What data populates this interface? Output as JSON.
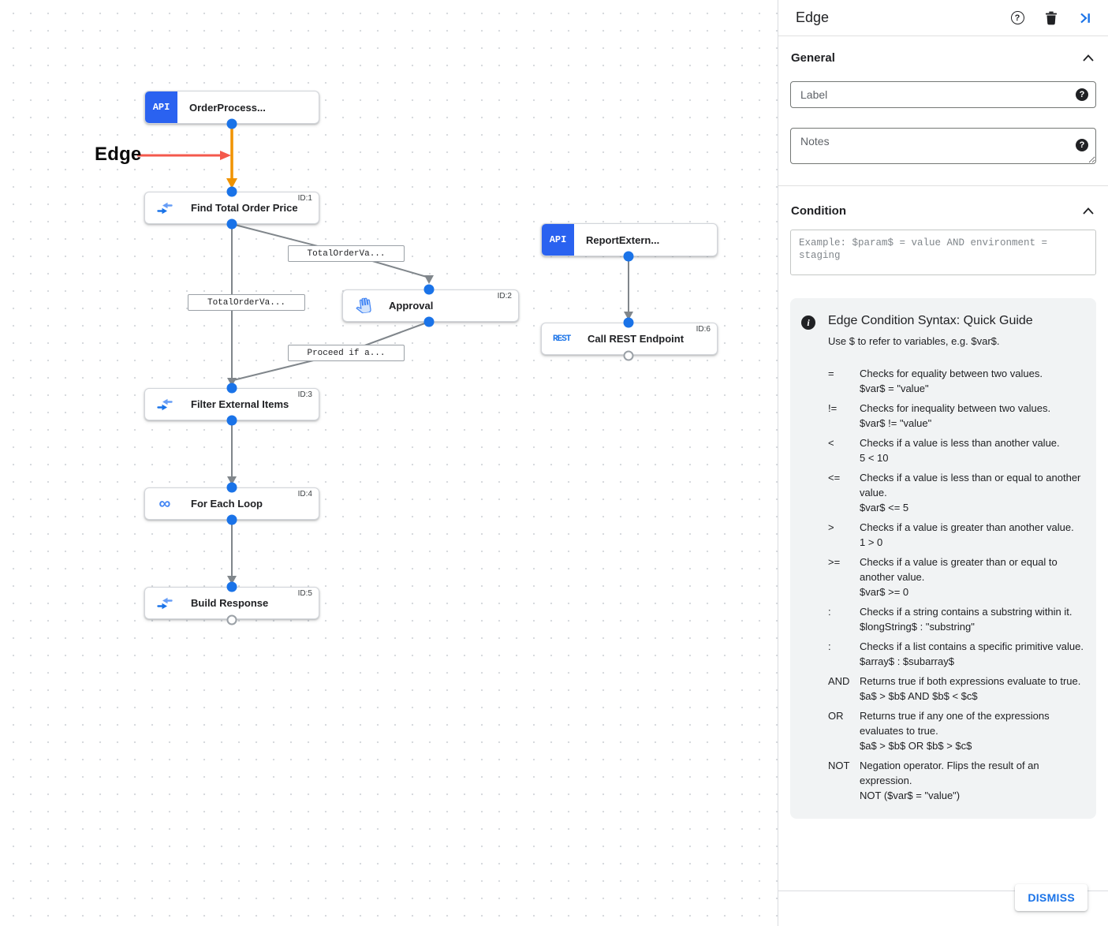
{
  "colors": {
    "accent_blue": "#1A73E8",
    "selected_edge_orange": "#F09300",
    "annotation_red": "#F4594C",
    "api_chip_blue": "#2A62F0"
  },
  "canvas": {
    "annotation_label": "Edge",
    "api_badge": "API",
    "rest_badge": "REST",
    "nodes": {
      "order_trigger": {
        "title": "OrderProcess..."
      },
      "find_total": {
        "title": "Find Total Order Price",
        "badge": "ID:1"
      },
      "approval": {
        "title": "Approval",
        "badge": "ID:2"
      },
      "filter_items": {
        "title": "Filter External Items",
        "badge": "ID:3"
      },
      "for_each": {
        "title": "For Each Loop",
        "badge": "ID:4"
      },
      "build_response": {
        "title": "Build Response",
        "badge": "ID:5"
      },
      "report_trigger": {
        "title": "ReportExtern..."
      },
      "call_rest": {
        "title": "Call REST Endpoint",
        "badge": "ID:6"
      }
    },
    "edge_labels": {
      "branch_to_approval": "TotalOrderVa...",
      "to_filter": "TotalOrderVa...",
      "from_approval": "Proceed if a..."
    }
  },
  "panel": {
    "title": "Edge",
    "general_heading": "General",
    "condition_heading": "Condition",
    "label_placeholder": "Label",
    "notes_placeholder": "Notes",
    "condition_placeholder": "Example: $param$ = value AND environment = staging",
    "guide": {
      "title": "Edge Condition Syntax: Quick Guide",
      "subtitle": "Use $ to refer to variables, e.g. $var$.",
      "rows": [
        {
          "op": "=",
          "desc": "Checks for equality between two values.",
          "example": "$var$ = \"value\""
        },
        {
          "op": "!=",
          "desc": "Checks for inequality between two values.",
          "example": "$var$ != \"value\""
        },
        {
          "op": "<",
          "desc": "Checks if a value is less than another value.",
          "example": "5 < 10"
        },
        {
          "op": "<=",
          "desc": "Checks if a value is less than or equal to another value.",
          "example": "$var$ <= 5"
        },
        {
          "op": ">",
          "desc": "Checks if a value is greater than another value.",
          "example": "1 > 0"
        },
        {
          "op": ">=",
          "desc": "Checks if a value is greater than or equal to another value.",
          "example": "$var$ >= 0"
        },
        {
          "op": ":",
          "desc": "Checks if a string contains a substring within it.",
          "example": "$longString$ : \"substring\""
        },
        {
          "op": ":",
          "desc": "Checks if a list contains a specific primitive value.",
          "example": "$array$ : $subarray$"
        },
        {
          "op": "AND",
          "desc": "Returns true if both expressions evaluate to true.",
          "example": "$a$ > $b$ AND $b$ < $c$"
        },
        {
          "op": "OR",
          "desc": "Returns true if any one of the expressions evaluates to true.",
          "example": "$a$ > $b$ OR $b$ > $c$"
        },
        {
          "op": "NOT",
          "desc": "Negation operator. Flips the result of an expression.",
          "example": "NOT ($var$ = \"value\")"
        }
      ]
    },
    "dismiss_label": "DISMISS"
  }
}
